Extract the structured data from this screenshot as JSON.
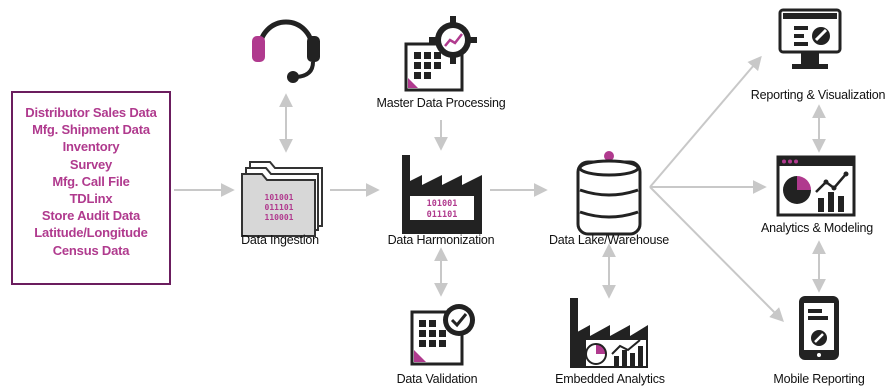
{
  "sources": [
    "Distributor Sales Data",
    "Mfg. Shipment Data",
    "Inventory",
    "Survey",
    "Mfg. Call File",
    "TDLinx",
    "Store Audit Data",
    "Latitude/Longitude",
    "Census Data"
  ],
  "nodes": {
    "support": {
      "icon": "headset-icon"
    },
    "ingestion": {
      "label": "Data Ingestion",
      "icon": "folder-icon",
      "binary": [
        "101001",
        "011101",
        "110001"
      ]
    },
    "master": {
      "label": "Master Data Processing",
      "icon": "building-gear-icon"
    },
    "harmonization": {
      "label": "Data Harmonization",
      "icon": "factory-icon",
      "binary": [
        "101001",
        "011101"
      ]
    },
    "validation": {
      "label": "Data Validation",
      "icon": "building-check-icon"
    },
    "lake": {
      "label": "Data Lake/Warehouse",
      "icon": "database-icon"
    },
    "embedded": {
      "label": "Embedded Analytics",
      "icon": "factory-chart-icon"
    },
    "reporting": {
      "label": "Reporting & Visualization",
      "icon": "monitor-icon"
    },
    "analytics": {
      "label": "Analytics & Modeling",
      "icon": "dashboard-window-icon"
    },
    "mobile": {
      "label": "Mobile Reporting",
      "icon": "tablet-icon"
    }
  },
  "colors": {
    "accent": "#b03a8e",
    "dark": "#222222",
    "arrow": "#c8c8c8",
    "box": "#6b1d5e"
  }
}
